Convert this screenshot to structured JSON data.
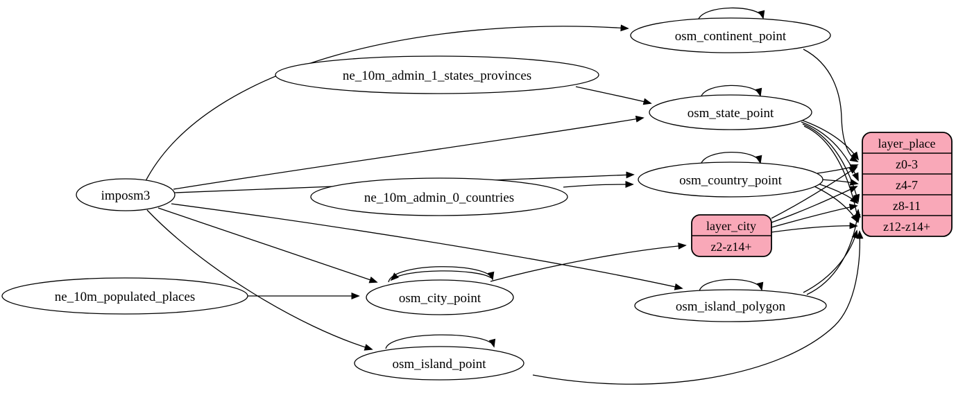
{
  "diagram": {
    "type": "graphviz-etl-dependency-graph",
    "colors": {
      "background": "#ffffff",
      "ellipse_fill": "#ffffff",
      "record_fill": "#f9a8b8",
      "stroke": "#000000"
    },
    "nodes": {
      "imposm3": {
        "label": "imposm3"
      },
      "ne_10m_admin_1_states_provinces": {
        "label": "ne_10m_admin_1_states_provinces"
      },
      "ne_10m_admin_0_countries": {
        "label": "ne_10m_admin_0_countries"
      },
      "ne_10m_populated_places": {
        "label": "ne_10m_populated_places"
      },
      "osm_continent_point": {
        "label": "osm_continent_point"
      },
      "osm_state_point": {
        "label": "osm_state_point"
      },
      "osm_country_point": {
        "label": "osm_country_point"
      },
      "osm_city_point": {
        "label": "osm_city_point"
      },
      "osm_island_polygon": {
        "label": "osm_island_polygon"
      },
      "osm_island_point": {
        "label": "osm_island_point"
      },
      "layer_city": {
        "title": "layer_city",
        "rows": [
          "z2-z14+"
        ]
      },
      "layer_place": {
        "title": "layer_place",
        "rows": [
          "z0-3",
          "z4-7",
          "z8-11",
          "z12-z14+"
        ]
      }
    },
    "edges": [
      "imposm3 -> osm_continent_point",
      "imposm3 -> osm_state_point",
      "imposm3 -> osm_country_point",
      "imposm3 -> osm_city_point",
      "imposm3 -> osm_island_polygon",
      "imposm3 -> osm_island_point",
      "ne_10m_admin_1_states_provinces -> osm_state_point",
      "ne_10m_admin_0_countries -> osm_country_point",
      "ne_10m_populated_places -> osm_city_point",
      "osm_continent_point -> osm_continent_point (self)",
      "osm_state_point -> osm_state_point (self)",
      "osm_country_point -> osm_country_point (self)",
      "osm_city_point -> osm_city_point (self, x2)",
      "osm_island_polygon -> osm_island_polygon (self)",
      "osm_island_point -> osm_island_point (self)",
      "osm_city_point -> layer_city:z2-z14+",
      "osm_continent_point -> layer_place:z0-3",
      "osm_state_point -> layer_place:z0-3",
      "osm_state_point -> layer_place:z4-7",
      "osm_state_point -> layer_place:z8-11",
      "osm_state_point -> layer_place:z12-z14+",
      "osm_country_point -> layer_place:z0-3",
      "osm_country_point -> layer_place:z4-7",
      "osm_country_point -> layer_place:z8-11",
      "osm_country_point -> layer_place:z12-z14+",
      "layer_city -> layer_place:z0-3",
      "layer_city -> layer_place:z4-7",
      "layer_city -> layer_place:z8-11",
      "layer_city -> layer_place:z12-z14+",
      "osm_island_polygon -> layer_place:z8-11",
      "osm_island_polygon -> layer_place:z12-z14+",
      "osm_island_point -> layer_place:z12-z14+"
    ]
  }
}
